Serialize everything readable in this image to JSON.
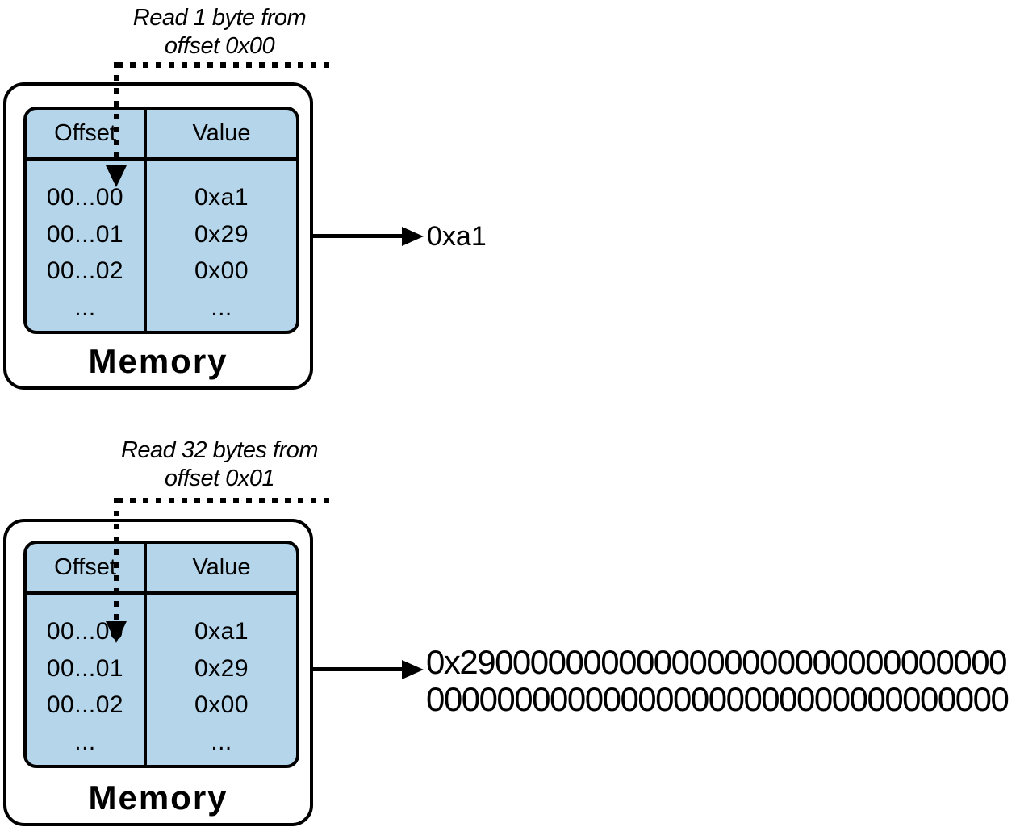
{
  "palette": {
    "table_fill": "#b5d5ea",
    "ink": "#000000",
    "background": "#ffffff"
  },
  "read1": {
    "caption_line1": "Read 1 byte from",
    "caption_line2": "offset 0x00",
    "table": {
      "col1_header": "Offset",
      "col2_header": "Value",
      "rows": [
        {
          "offset": "00...00",
          "value": "0xa1"
        },
        {
          "offset": "00...01",
          "value": "0x29"
        },
        {
          "offset": "00...02",
          "value": "0x00"
        },
        {
          "offset": "...",
          "value": "..."
        }
      ]
    },
    "box_label": "Memory",
    "result": "0xa1"
  },
  "read32": {
    "caption_line1": "Read 32 bytes from",
    "caption_line2": "offset 0x01",
    "table": {
      "col1_header": "Offset",
      "col2_header": "Value",
      "rows": [
        {
          "offset": "00...00",
          "value": "0xa1"
        },
        {
          "offset": "00...01",
          "value": "0x29"
        },
        {
          "offset": "00...02",
          "value": "0x00"
        },
        {
          "offset": "...",
          "value": "..."
        }
      ]
    },
    "box_label": "Memory",
    "result_line1": "0x2900000000000000000000000000000",
    "result_line2": "000000000000000000000000000000000"
  }
}
